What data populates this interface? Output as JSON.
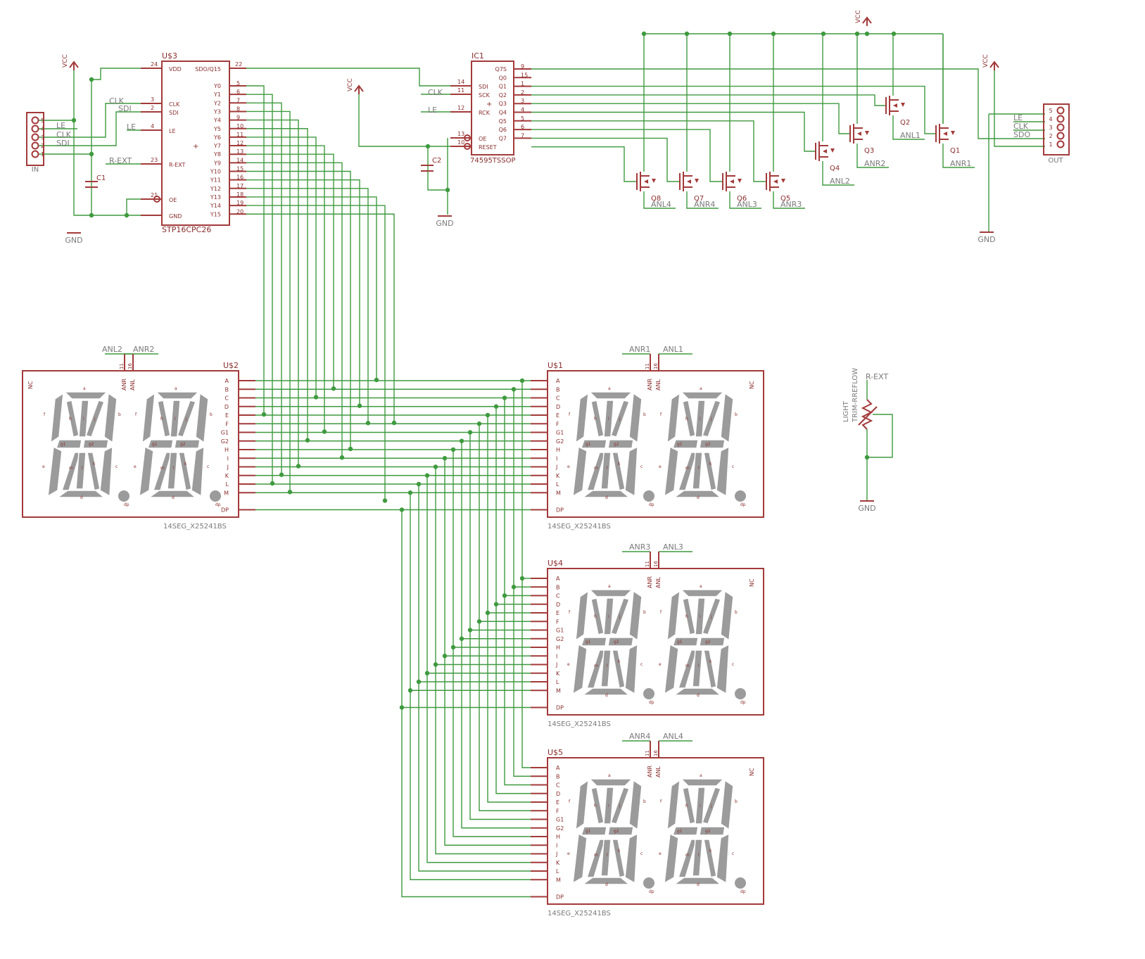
{
  "colors": {
    "wire": "#3f9a3f",
    "component": "#a33a3a",
    "segment": "#9b9b9b",
    "label": "#8a2e2e",
    "net_label": "#7a7a7a"
  },
  "power": {
    "vcc": "VCC",
    "gnd": "GND"
  },
  "connectors": {
    "in": {
      "name": "IN",
      "pins": [
        "5",
        "4",
        "3",
        "2",
        "1"
      ],
      "nets": [
        "LE",
        "CLK",
        "SDI"
      ]
    },
    "out": {
      "name": "OUT",
      "pins": [
        "5",
        "4",
        "3",
        "2",
        "1"
      ],
      "nets": [
        "LE",
        "CLK",
        "SDO"
      ]
    }
  },
  "capacitors": [
    "C1",
    "C2"
  ],
  "u3": {
    "ref": "U$3",
    "part": "STP16CPC26",
    "left_pins": [
      {
        "num": "24",
        "label": "VDD"
      },
      {
        "num": "3",
        "label": "CLK"
      },
      {
        "num": "2",
        "label": "SDI"
      },
      {
        "num": "4",
        "label": "LE"
      },
      {
        "num": "23",
        "label": "R-EXT"
      },
      {
        "num": "21",
        "label": "OE"
      },
      {
        "num": "",
        "label": "GND"
      }
    ],
    "right_top": {
      "num": "22",
      "label": "SDO/Q15"
    },
    "y_labels": [
      "Y0",
      "Y1",
      "Y2",
      "Y3",
      "Y4",
      "Y5",
      "Y6",
      "Y7",
      "Y8",
      "Y9",
      "Y10",
      "Y11",
      "Y12",
      "Y13",
      "Y14",
      "Y15"
    ],
    "y_nums": [
      "5",
      "6",
      "7",
      "8",
      "9",
      "10",
      "11",
      "12",
      "13",
      "14",
      "15",
      "16",
      "17",
      "18",
      "19",
      "20"
    ],
    "nets": [
      "CLK",
      "SDI",
      "LE",
      "R-EXT"
    ]
  },
  "ic1": {
    "ref": "IC1",
    "part": "74595TSSOP",
    "left_pins": [
      {
        "num": "14",
        "label": "SDI"
      },
      {
        "num": "11",
        "label": "SCK"
      },
      {
        "num": "12",
        "label": "RCK"
      },
      {
        "num": "13",
        "label": "OE"
      },
      {
        "num": "10",
        "label": "RESET"
      }
    ],
    "right_labels": [
      "Q7S",
      "Q0",
      "Q1",
      "Q2",
      "Q3",
      "Q4",
      "Q5",
      "Q6",
      "Q7"
    ],
    "right_nums": [
      "9",
      "15",
      "1",
      "2",
      "3",
      "4",
      "5",
      "6",
      "7"
    ],
    "nets": [
      "CLK",
      "LE"
    ]
  },
  "transistors": [
    {
      "ref": "Q8",
      "net": "ANL4"
    },
    {
      "ref": "Q7",
      "net": "ANR4"
    },
    {
      "ref": "Q6",
      "net": "ANL3"
    },
    {
      "ref": "Q5",
      "net": "ANR3"
    },
    {
      "ref": "Q4",
      "net": "ANL2"
    },
    {
      "ref": "Q3",
      "net": "ANR2"
    },
    {
      "ref": "Q2",
      "net": "ANL1"
    },
    {
      "ref": "Q1",
      "net": "ANR1"
    }
  ],
  "trim": {
    "labels": [
      "LIGHT",
      "TRIM-RREFLOW"
    ],
    "net": "R-EXT"
  },
  "display_part": "14SEG_X25241BS",
  "display_pin_labels": [
    "A",
    "B",
    "C",
    "D",
    "E",
    "F",
    "G1",
    "G2",
    "H",
    "I",
    "J",
    "K",
    "L",
    "M",
    "DP"
  ],
  "display_side_labels": {
    "nc": "NC",
    "anl": "ANL",
    "anr": "ANR",
    "p11": "11",
    "p16": "16"
  },
  "seg_letters": {
    "a": "a",
    "b": "b",
    "c": "c",
    "d": "d",
    "e": "e",
    "f": "f",
    "g1": "g1",
    "g2": "g2",
    "h": "h",
    "i": "i",
    "j": "j",
    "k": "k",
    "l": "l",
    "m": "m",
    "dp": "dp"
  },
  "displays": [
    {
      "ref": "U$2",
      "nets": [
        "ANL2",
        "ANR2"
      ]
    },
    {
      "ref": "U$1",
      "nets": [
        "ANR1",
        "ANL1"
      ]
    },
    {
      "ref": "U$4",
      "nets": [
        "ANR3",
        "ANL3"
      ]
    },
    {
      "ref": "U$5",
      "nets": [
        "ANR4",
        "ANL4"
      ]
    }
  ]
}
